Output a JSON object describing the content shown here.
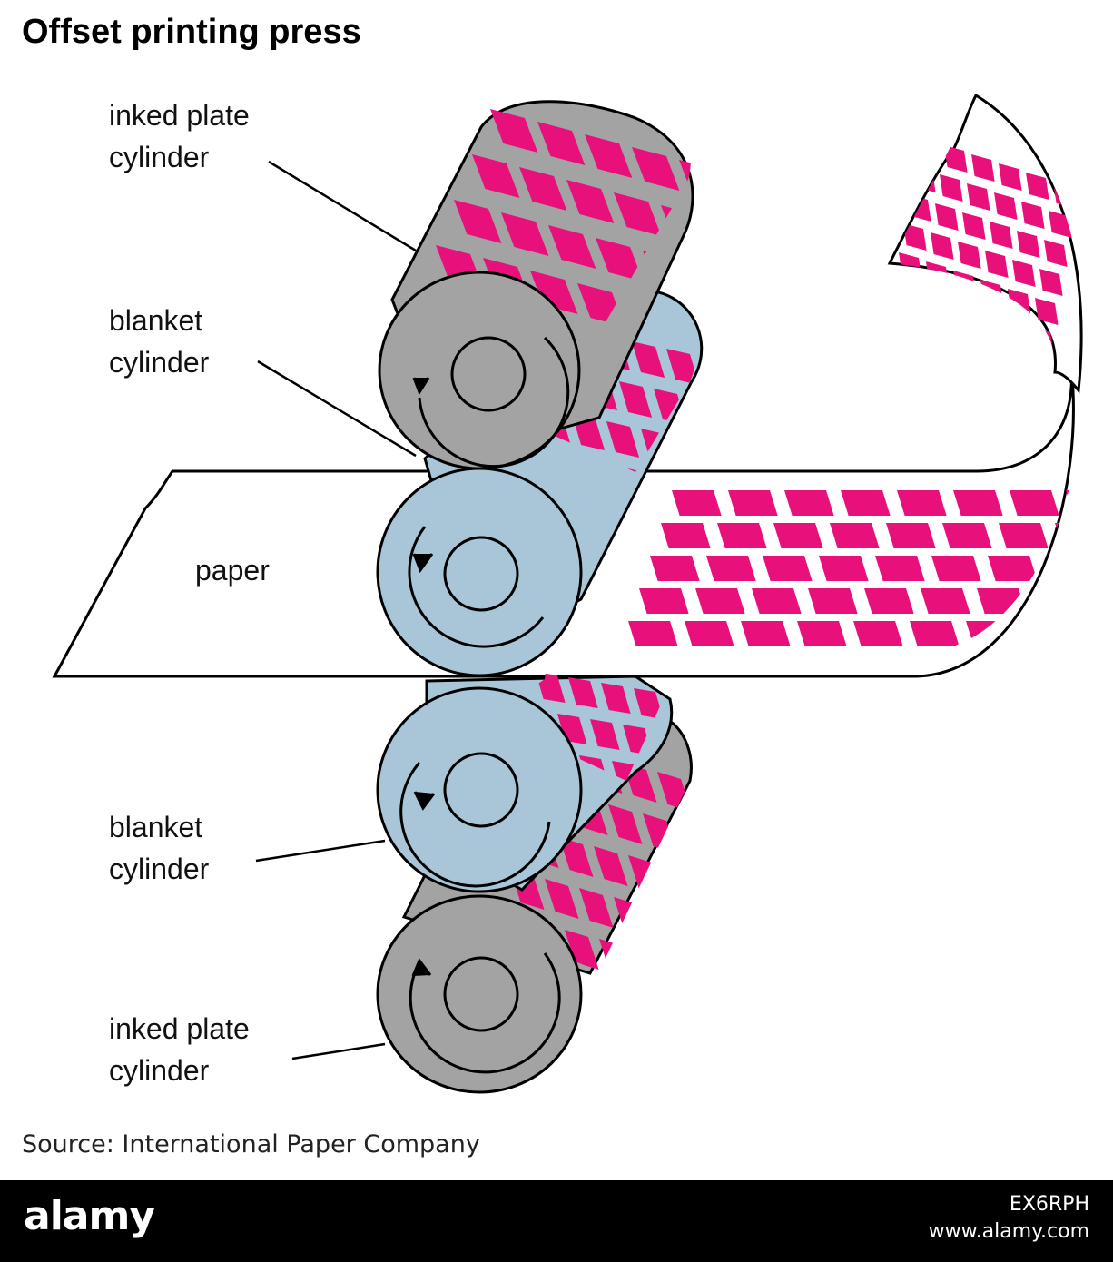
{
  "title": "Offset printing press",
  "labels": {
    "top_plate": {
      "line1": "inked plate",
      "line2": "cylinder"
    },
    "top_blanket": {
      "line1": "blanket",
      "line2": "cylinder"
    },
    "paper": "paper",
    "bottom_blanket": {
      "line1": "blanket",
      "line2": "cylinder"
    },
    "bottom_plate": {
      "line1": "inked plate",
      "line2": "cylinder"
    }
  },
  "source": "Source: International Paper Company",
  "footer": {
    "brand": "alamy",
    "image_id": "EX6RPH",
    "site": "www.alamy.com"
  },
  "colors": {
    "ink": "#e8107a",
    "plate_gray": "#a3a3a3",
    "blanket_blue": "#a9c6d8",
    "outline": "#000000",
    "footer_bg": "#000000"
  }
}
